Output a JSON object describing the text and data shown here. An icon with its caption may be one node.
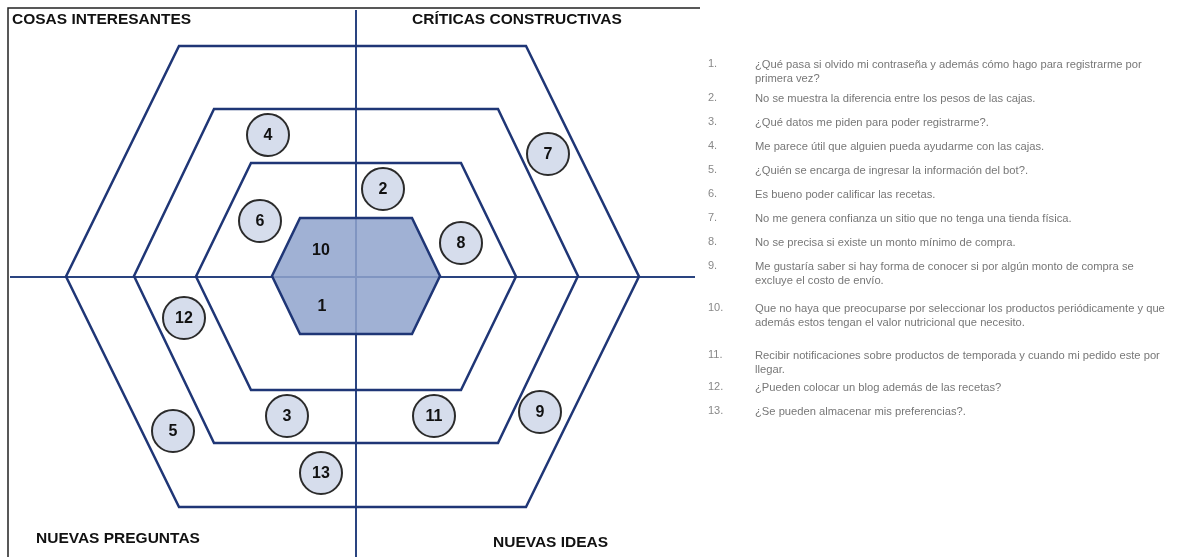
{
  "diagram": {
    "nodes": [
      {
        "text": [],
        "shape": "hexagon"
      },
      {
        "text": [],
        "shape": "hexagon",
        "in": 0
      },
      {
        "text": [],
        "shape": "hexagon",
        "in": 1
      },
      {
        "text": [
          "10",
          "1"
        ],
        "in": 2
      },
      {
        "text": [
          "4"
        ],
        "in": 1
      },
      {
        "text": [
          "7"
        ],
        "in": 0
      },
      {
        "text": [
          "2"
        ],
        "in": 2
      },
      {
        "text": [
          "6"
        ],
        "in": 2
      },
      {
        "text": [
          "8"
        ],
        "in": 2
      },
      {
        "text": [
          "12"
        ],
        "in": 1
      },
      {
        "text": [
          "3"
        ],
        "in": 1
      },
      {
        "text": [
          "11"
        ],
        "in": 1
      },
      {
        "text": [
          "9"
        ],
        "in": 0
      },
      {
        "text": [
          "5"
        ],
        "in": 0
      },
      {
        "text": [
          "13"
        ],
        "in": 0
      }
    ],
    "labels": [
      "COSAS INTERESANTES",
      "CRÍTICAS CONSTRUCTIVAS",
      "NUEVAS PREGUNTAS",
      "NUEVAS IDEAS",
      "1.",
      "¿Qué pasa si olvido mi contraseña y además cómo hago para registrarme por primera vez?",
      "2.",
      "No se muestra la diferencia entre los pesos de las cajas.",
      "3.",
      "¿Qué datos me piden para poder registrarme?.",
      "4.",
      "Me parece útil que alguien pueda ayudarme con las cajas.",
      "5.",
      "¿Quién se encarga de ingresar la información del bot?.",
      "6.",
      "Es bueno poder calificar las recetas.",
      "7.",
      "No me genera confianza un sitio que no tenga una tienda física.",
      "8.",
      "No se precisa si existe un monto mínimo de compra.",
      "9.",
      "Me gustaría saber si hay forma de conocer si por algún monto de compra se excluye el costo de envío.",
      "10.",
      "Que no haya que preocuparse por seleccionar los productos periódicamente y que además estos tengan el valor nutricional que necesito.",
      "11.",
      "Recibir notificaciones sobre productos de temporada y cuando mi pedido este por llegar.",
      "12.",
      "¿Pueden colocar un blog además de las recetas?",
      "13.",
      "¿Se pueden almacenar mis preferencias?."
    ]
  }
}
